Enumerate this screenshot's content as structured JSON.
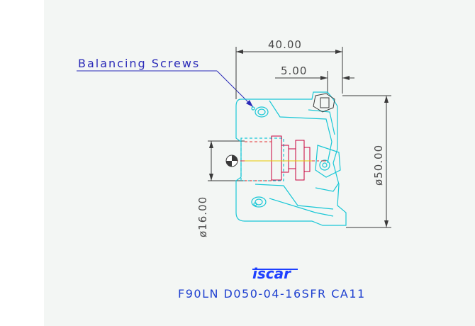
{
  "callout": {
    "label": "Balancing Screws"
  },
  "dimensions": {
    "overall_length": "40.00",
    "insert_offset": "5.00",
    "cutter_diameter": "ø50.00",
    "bore_diameter": "ø16.00"
  },
  "brand": {
    "logo_text": "iscar"
  },
  "model": {
    "code": "F90LN D050-04-16SFR CA11"
  },
  "colors": {
    "background": "#ffffff",
    "canvas": "#f3f6f4",
    "body_outline": "#19c7d6",
    "center_line": "#e33232",
    "dimension_line": "#3a3a3a",
    "callout": "#2a2ab8",
    "insert_screw": "#c8003c",
    "logo": "#1e40ff"
  }
}
